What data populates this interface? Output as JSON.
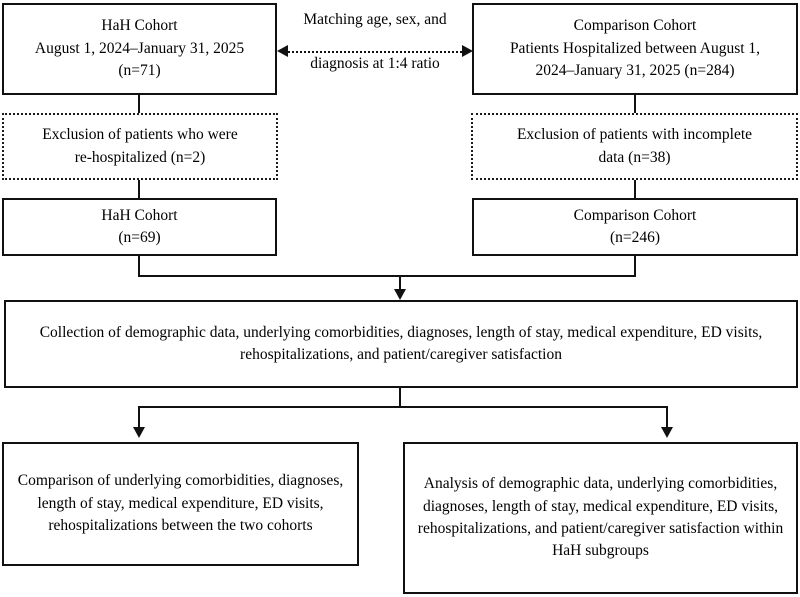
{
  "figure": {
    "type": "flowchart",
    "orientation": "top-to-bottom",
    "nodes": {
      "hah_initial": {
        "label": "HaH Cohort\nAugust 1, 2024–January 31, 2025\n(n=71)",
        "n": 71,
        "border": "solid"
      },
      "comparison_initial": {
        "label": "Comparison Cohort\nPatients Hospitalized between August 1,\n2024–January 31, 2025 (n=284)",
        "n": 284,
        "border": "solid"
      },
      "hah_exclusion": {
        "label": "Exclusion of patients who were\nre-hospitalized (n=2)",
        "n": 2,
        "border": "dotted"
      },
      "comparison_exclusion": {
        "label": "Exclusion of patients with incomplete\ndata (n=38)",
        "n": 38,
        "border": "dotted"
      },
      "hah_final": {
        "label": "HaH Cohort\n(n=69)",
        "n": 69,
        "border": "solid"
      },
      "comparison_final": {
        "label": "Comparison Cohort\n(n=246)",
        "n": 246,
        "border": "solid"
      },
      "collection": {
        "label": "Collection of demographic data, underlying comorbidities, diagnoses, length of stay, medical expenditure, ED visits, rehospitalizations, and patient/caregiver satisfaction",
        "border": "solid"
      },
      "comparison_output": {
        "label": "Comparison of underlying comorbidities, diagnoses, length of stay, medical expenditure, ED visits, rehospitalizations between the two cohorts",
        "border": "solid"
      },
      "analysis_output": {
        "label": "Analysis of demographic data, underlying comorbidities, diagnoses, length of stay, medical expenditure, ED visits, rehospitalizations, and patient/caregiver satisfaction within HaH subgroups",
        "border": "solid"
      }
    },
    "connectors": {
      "matching": {
        "label_top": "Matching age, sex, and",
        "label_bottom": "diagnosis at 1:4 ratio",
        "style": "dotted",
        "arrowheads": "both"
      }
    },
    "colors": {
      "stroke": "#111111",
      "background": "#ffffff",
      "text": "#000000"
    }
  }
}
